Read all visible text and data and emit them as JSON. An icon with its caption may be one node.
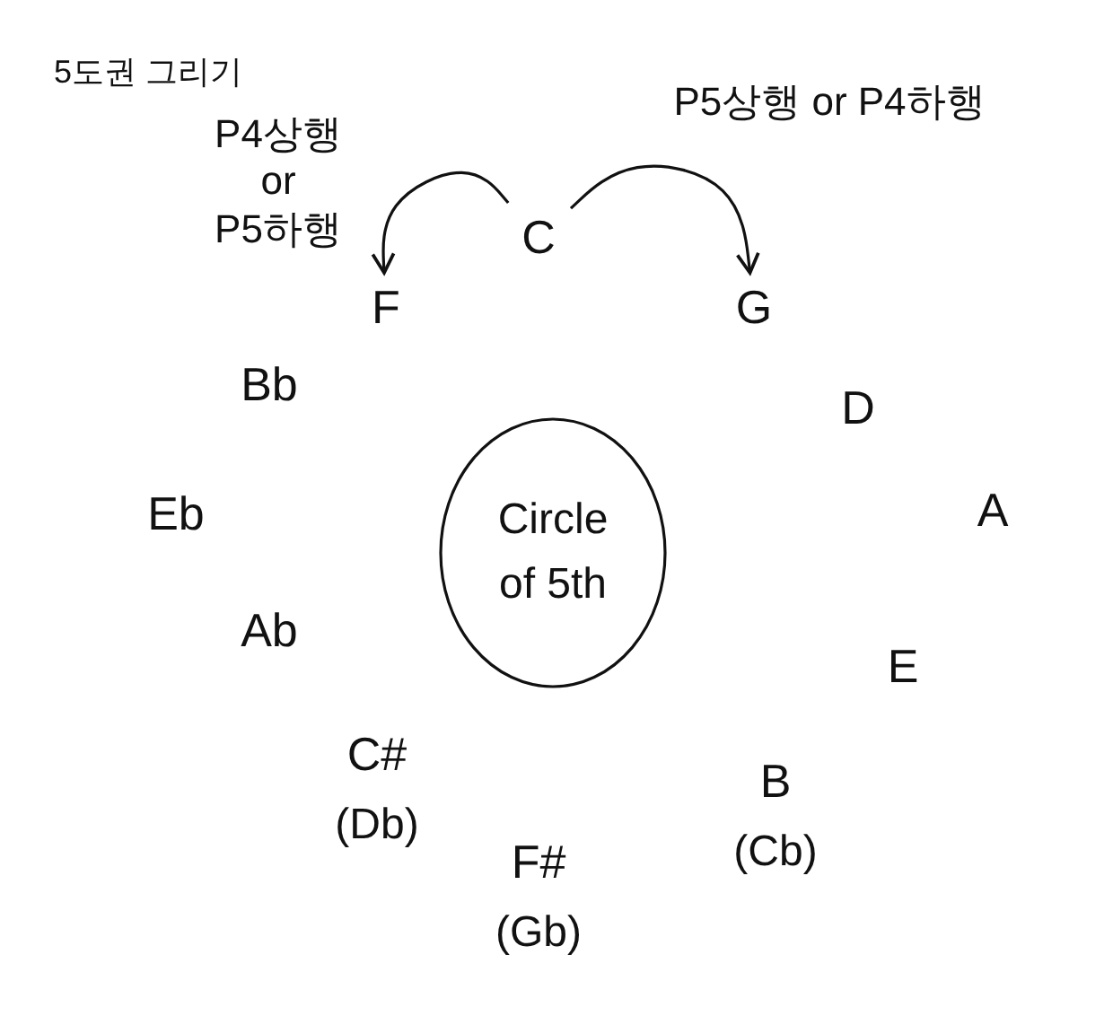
{
  "diagram": {
    "title": "5도권 그리기",
    "nodes": [
      {
        "text": [
          "C"
        ]
      },
      {
        "text": [
          "G"
        ]
      },
      {
        "text": [
          "D"
        ]
      },
      {
        "text": [
          "A"
        ]
      },
      {
        "text": [
          "E"
        ]
      },
      {
        "text": [
          "B",
          "(Cb)"
        ]
      },
      {
        "text": [
          "F#",
          "(Gb)"
        ]
      },
      {
        "text": [
          "C#",
          "(Db)"
        ]
      },
      {
        "text": [
          "Ab"
        ]
      },
      {
        "text": [
          "Eb"
        ]
      },
      {
        "text": [
          "Bb"
        ]
      },
      {
        "text": [
          "F"
        ]
      },
      {
        "text": [
          "Circle of 5th"
        ]
      }
    ],
    "edges": [
      {
        "from": 0,
        "to": 11,
        "arrow": "to",
        "label": "P4상행 or P5하행"
      },
      {
        "from": 0,
        "to": 1,
        "arrow": "to",
        "label": "P5상행 or P4하행"
      }
    ]
  }
}
